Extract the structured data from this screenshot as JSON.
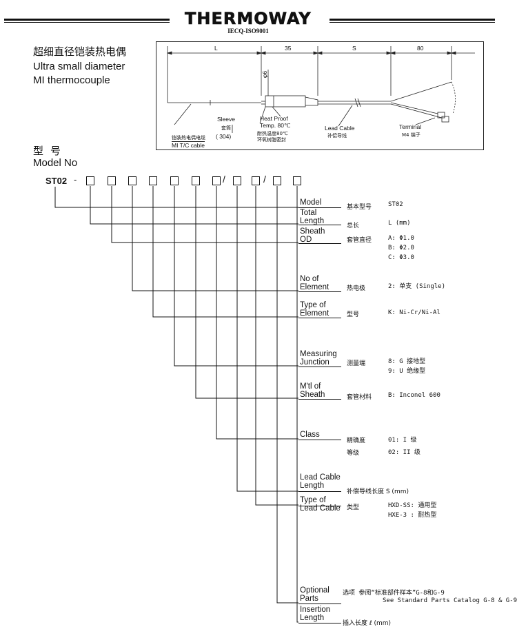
{
  "header": {
    "brand": "THERMOWAY",
    "certification": "IECQ-ISO9001"
  },
  "title": {
    "cn": "超细直径铠装热电偶",
    "en_line1": "Ultra small diameter",
    "en_line2": "MI thermocouple"
  },
  "drawing": {
    "dim_L": "L",
    "dim_35": "35",
    "dim_S": "S",
    "dim_80": "80",
    "dia": "φ6",
    "sleeve": "Sleeve",
    "sleeve_cn": "套筒",
    "sleeve_mat": "( 304)",
    "heat_proof_1": "Heat Proof",
    "heat_proof_2": "Temp. 80℃",
    "heat_proof_cn1": "耐热温度80℃",
    "heat_proof_cn2": "环氧树脂密封",
    "lead_cable": "Lead Cable",
    "lead_cable_cn": "补偿导线",
    "terminal": "Terminal",
    "terminal_cn": "M4 端子",
    "mi_cable_cn": "铠装热电偶电缆",
    "mi_cable": "MI T/C cable"
  },
  "model": {
    "title_cn": "型号",
    "title_en": "Model No",
    "code": "ST02",
    "dash": "-",
    "slash": "/"
  },
  "fields": [
    {
      "label1": "Model",
      "label2": "",
      "cn": "基本型号",
      "values": [
        "ST02"
      ]
    },
    {
      "label1": "Total",
      "label2": "Length",
      "cn": "总长",
      "values": [
        "L  (mm)"
      ]
    },
    {
      "label1": "Sheath",
      "label2": "OD",
      "cn": "套管直径",
      "values": [
        "A: Φ1.0",
        "B: Φ2.0",
        "C: Φ3.0"
      ]
    },
    {
      "label1": "No of",
      "label2": "Element",
      "cn": "热电极",
      "values": [
        "2: 单支 (Single)"
      ]
    },
    {
      "label1": "Type of",
      "label2": "Element",
      "cn": "型号",
      "values": [
        "K: Ni-Cr/Ni-Al"
      ]
    },
    {
      "label1": "Measuring",
      "label2": "Junction",
      "cn": "测量端",
      "values": [
        "8: G 接地型",
        "9: U 绝缘型"
      ]
    },
    {
      "label1": "M'tl of",
      "label2": "Sheath",
      "cn": "套管材料",
      "values": [
        "B: Inconel 600"
      ]
    },
    {
      "label1": "Class",
      "label2": "",
      "cn": "精确度",
      "cn_b": "等级",
      "values": [
        "01: I 级",
        "02: II 级"
      ]
    },
    {
      "label1": "Lead Cable",
      "label2": "Length",
      "cn": "补偿导线长度  S (mm)",
      "values": []
    },
    {
      "label1": "Type of",
      "label2": "Lead Cable",
      "cn": "类型",
      "values": [
        "HXD-SS: 通用型",
        "HXE-3 : 耐热型"
      ]
    },
    {
      "label1": "Optional",
      "label2": "Parts",
      "cn": "",
      "values": []
    },
    {
      "label1": "Insertion",
      "label2": "Length",
      "cn": "",
      "values": []
    }
  ],
  "optional": {
    "line1": "选项  参阅“标准部件样本”G-8和G-9",
    "line2": "See Standard Parts Catalog G-8 & G-9"
  },
  "insertion": {
    "text": "插入长度 ℓ (mm)"
  }
}
